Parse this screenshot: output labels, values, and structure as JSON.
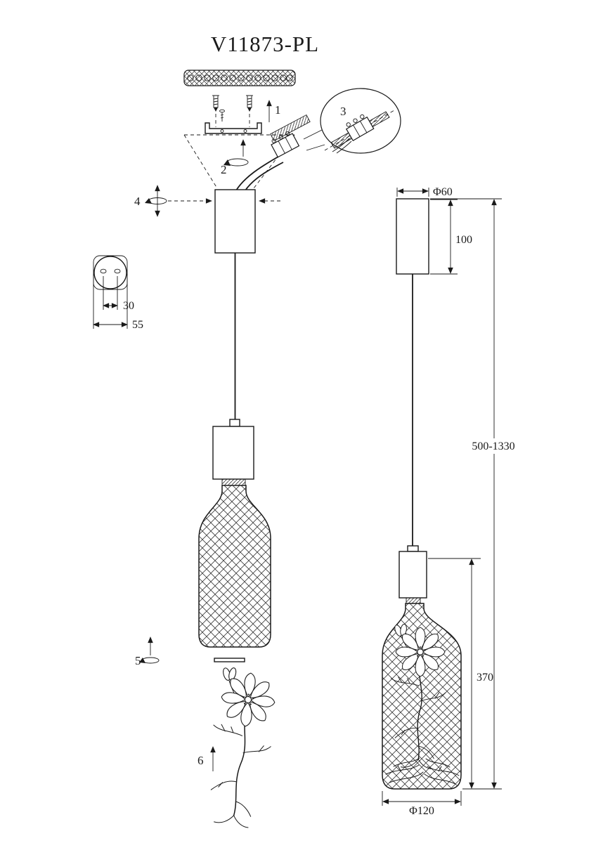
{
  "title": "V11873-PL",
  "steps": {
    "s1": "1",
    "s2": "2",
    "s3": "3",
    "s4": "4",
    "s5": "5",
    "s6": "6"
  },
  "dimensions": {
    "canopy_diameter": "Φ60",
    "canopy_height": "100",
    "suspension_range": "500-1330",
    "shade_height": "370",
    "shade_diameter": "Φ120",
    "bracket_hole_spacing": "30",
    "bracket_width": "55"
  },
  "colors": {
    "line": "#1a1a1a",
    "background": "#ffffff"
  }
}
